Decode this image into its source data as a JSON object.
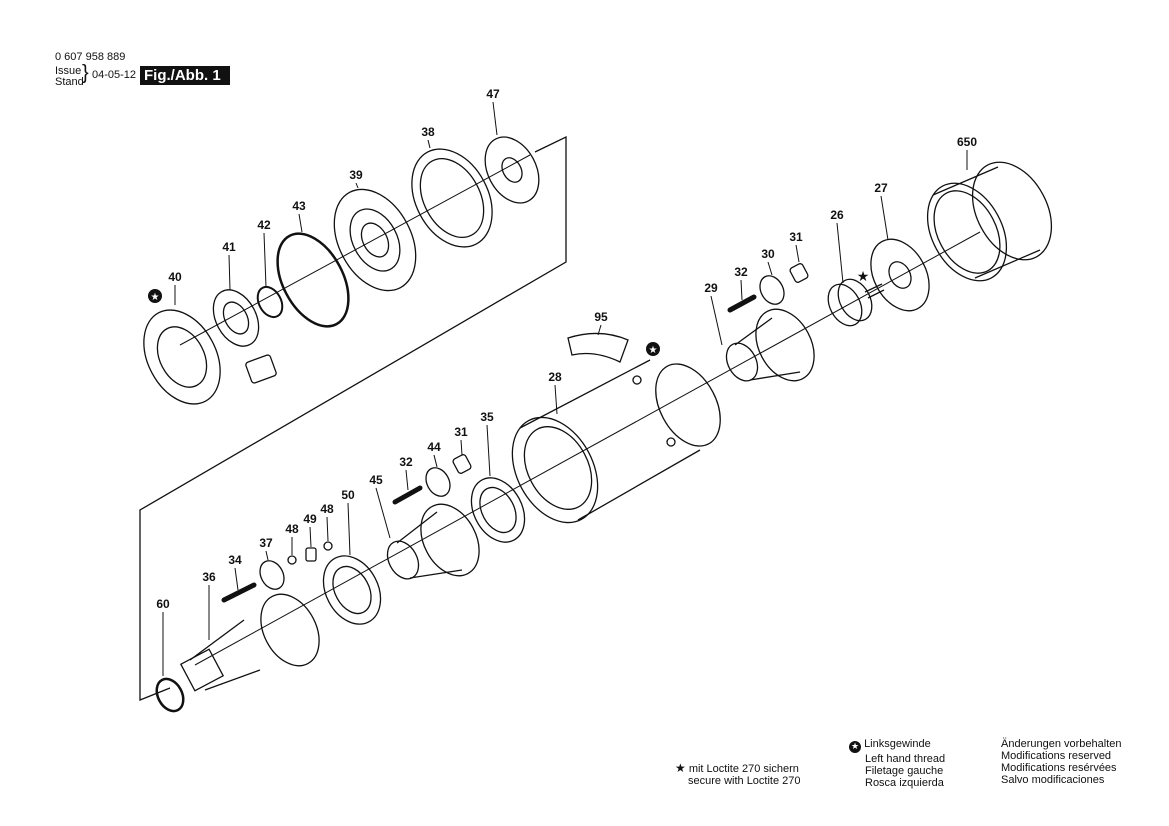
{
  "header": {
    "part_number": "0 607 958 889",
    "issue_label": "Issue",
    "stand_label": "Stand",
    "brace": "}",
    "date": "04-05-12",
    "figure": "Fig./Abb. 1"
  },
  "callouts": {
    "c650": "650",
    "c47": "47",
    "c38": "38",
    "c39": "39",
    "c43": "43",
    "c42": "42",
    "c41": "41",
    "c40": "40",
    "c27": "27",
    "c26": "26",
    "c31a": "31",
    "c30": "30",
    "c32a": "32",
    "c29": "29",
    "c95": "95",
    "c28": "28",
    "c35": "35",
    "c31b": "31",
    "c44": "44",
    "c32b": "32",
    "c45": "45",
    "c50": "50",
    "c48a": "48",
    "c49": "49",
    "c48b": "48",
    "c37": "37",
    "c34": "34",
    "c36": "36",
    "c60": "60"
  },
  "legend": {
    "loctite": [
      "mit Loctite 270 sichern",
      "secure with Loctite 270"
    ],
    "left_thread": [
      "Linksgewinde",
      "Left hand thread",
      "Filetage gauche",
      "Rosca izquierda"
    ],
    "modifications": [
      "Änderungen vorbehalten",
      "Modifications reserved",
      "Modifications resérvées",
      "Salvo modificaciones"
    ]
  },
  "icons": {
    "left_thread": "left-hand-thread-icon",
    "loctite": "loctite-star-icon"
  }
}
